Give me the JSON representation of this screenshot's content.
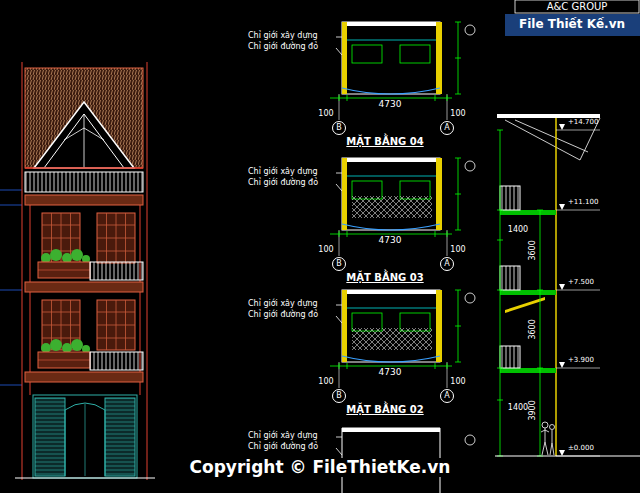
{
  "diagram": {
    "nodes": [
      {
        "text": [
          "B"
        ]
      },
      {
        "text": [
          "A"
        ]
      },
      {
        "text": [
          "B"
        ]
      },
      {
        "text": [
          "A"
        ]
      },
      {
        "text": [
          "B"
        ]
      },
      {
        "text": [
          "A"
        ]
      }
    ],
    "labels": [
      "A&C GROUP",
      "File Thiết Kế.vn",
      "Chỉ giới xây dựng",
      "Chỉ giới đường đỏ",
      "4730",
      "100",
      "100",
      "MẶT BẰNG 04",
      "Chỉ giới xây dựng",
      "Chỉ giới đường đỏ",
      "4730",
      "100",
      "100",
      "MẶT BẰNG 03",
      "Chỉ giới xây dựng",
      "Chỉ giới đường đỏ",
      "4730",
      "100",
      "100",
      "MẶT BẰNG 02",
      "Chỉ giới xây dựng",
      "Chỉ giới đường đỏ",
      "+14.700",
      "+11.100",
      "+7.500",
      "+3.900",
      "±0.000",
      "1400",
      "3600",
      "3600",
      "1400",
      "3900",
      "Copyright © FileThietKe.vn"
    ]
  }
}
